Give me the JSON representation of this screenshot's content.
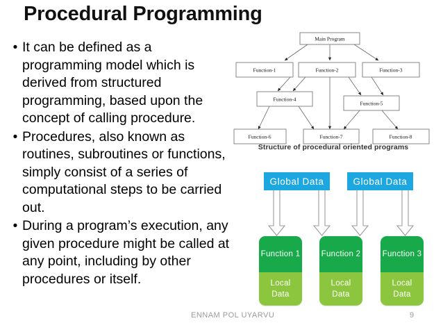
{
  "slide": {
    "title": "Procedural Programming",
    "page_number": "9",
    "footer": "ENNAM POL UYARVU"
  },
  "bullets": [
    {
      "marker": "•",
      "text": "It can be defined as a programming model which is derived from structured programming, based upon the concept of calling procedure."
    },
    {
      "marker": "•",
      "text": "Procedures, also known as routines, subroutines or functions, simply consist of a series of computational steps to be carried out."
    },
    {
      "marker": "•",
      "text": "During a program’s execution, any given procedure might be called at any point, including by other procedures or itself."
    }
  ],
  "structure_diagram": {
    "caption": "Structure of procedural oriented programs",
    "nodes": {
      "main": "Main Program",
      "f1": "Function-1",
      "f2": "Function-2",
      "f3": "Function-3",
      "f4": "Function-4",
      "f5": "Function-5",
      "f6": "Function-6",
      "f7": "Function-7",
      "f8": "Function-8"
    }
  },
  "data_diagram": {
    "global_boxes": [
      {
        "label": "Global Data"
      },
      {
        "label": "Global Data"
      }
    ],
    "functions": [
      {
        "title": "Function 1",
        "local_line1": "Local",
        "local_line2": "Data"
      },
      {
        "title": "Function 2",
        "local_line1": "Local",
        "local_line2": "Data"
      },
      {
        "title": "Function 3",
        "local_line1": "Local",
        "local_line2": "Data"
      }
    ],
    "colors": {
      "global": "#1CA7E0",
      "function": "#18A94A",
      "local": "#8CC63F",
      "arrow_fill": "#FFFFFF",
      "arrow_stroke": "#9A9A9A"
    }
  }
}
